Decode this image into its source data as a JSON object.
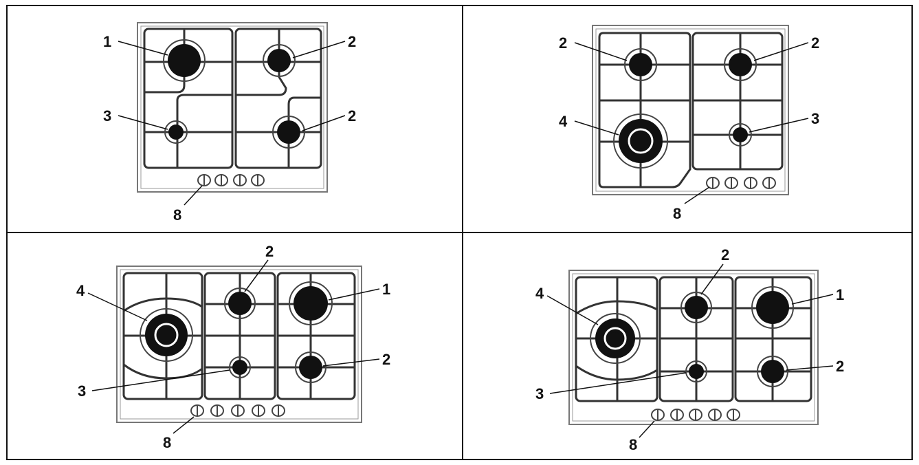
{
  "colors": {
    "line": "#333333",
    "burner": "#111111",
    "frame": "#777777",
    "background": "#ffffff"
  },
  "panels": [
    {
      "id": "top-left",
      "callouts": [
        {
          "text": "1",
          "refers_to": "burner-large"
        },
        {
          "text": "2",
          "refers_to": "burner-medium-rear-right"
        },
        {
          "text": "3",
          "refers_to": "burner-small-front-left"
        },
        {
          "text": "2",
          "refers_to": "burner-medium-front-right"
        },
        {
          "text": "8",
          "refers_to": "control-knobs"
        }
      ]
    },
    {
      "id": "top-right",
      "callouts": [
        {
          "text": "2",
          "refers_to": "burner-medium-rear-left"
        },
        {
          "text": "2",
          "refers_to": "burner-medium-rear-right"
        },
        {
          "text": "4",
          "refers_to": "burner-wok-front-left"
        },
        {
          "text": "3",
          "refers_to": "burner-small-front-right"
        },
        {
          "text": "8",
          "refers_to": "control-knobs"
        }
      ]
    },
    {
      "id": "bottom-left",
      "callouts": [
        {
          "text": "2",
          "refers_to": "burner-medium-rear-center"
        },
        {
          "text": "4",
          "refers_to": "burner-wok-left"
        },
        {
          "text": "1",
          "refers_to": "burner-large-rear-right"
        },
        {
          "text": "2",
          "refers_to": "burner-medium-front-right"
        },
        {
          "text": "3",
          "refers_to": "burner-small-front-center"
        },
        {
          "text": "8",
          "refers_to": "control-knobs"
        }
      ]
    },
    {
      "id": "bottom-right",
      "callouts": [
        {
          "text": "2",
          "refers_to": "burner-medium-rear-center"
        },
        {
          "text": "4",
          "refers_to": "burner-wok-left"
        },
        {
          "text": "1",
          "refers_to": "burner-large-rear-right"
        },
        {
          "text": "2",
          "refers_to": "burner-medium-front-right"
        },
        {
          "text": "3",
          "refers_to": "burner-small-front-center"
        },
        {
          "text": "8",
          "refers_to": "control-knobs"
        }
      ]
    }
  ]
}
